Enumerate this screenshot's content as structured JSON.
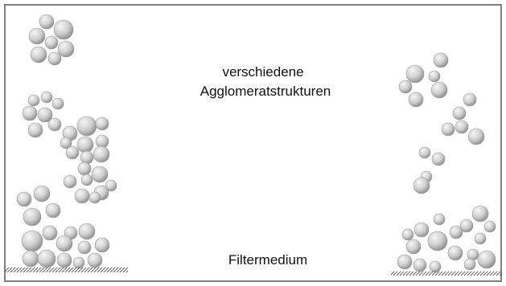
{
  "title_lines": [
    "verschiedene",
    "Agglomeratstrukturen"
  ],
  "filter_label": "Filtermedium",
  "colors": {
    "border": "#808080",
    "sphere_light": "#f4f4f4",
    "sphere_dark": "#8a8a8a",
    "sphere_stroke": "#9a9a9a",
    "hatch": "#444444"
  },
  "icons": [
    "particle-sphere",
    "filter-medium-hatch"
  ]
}
